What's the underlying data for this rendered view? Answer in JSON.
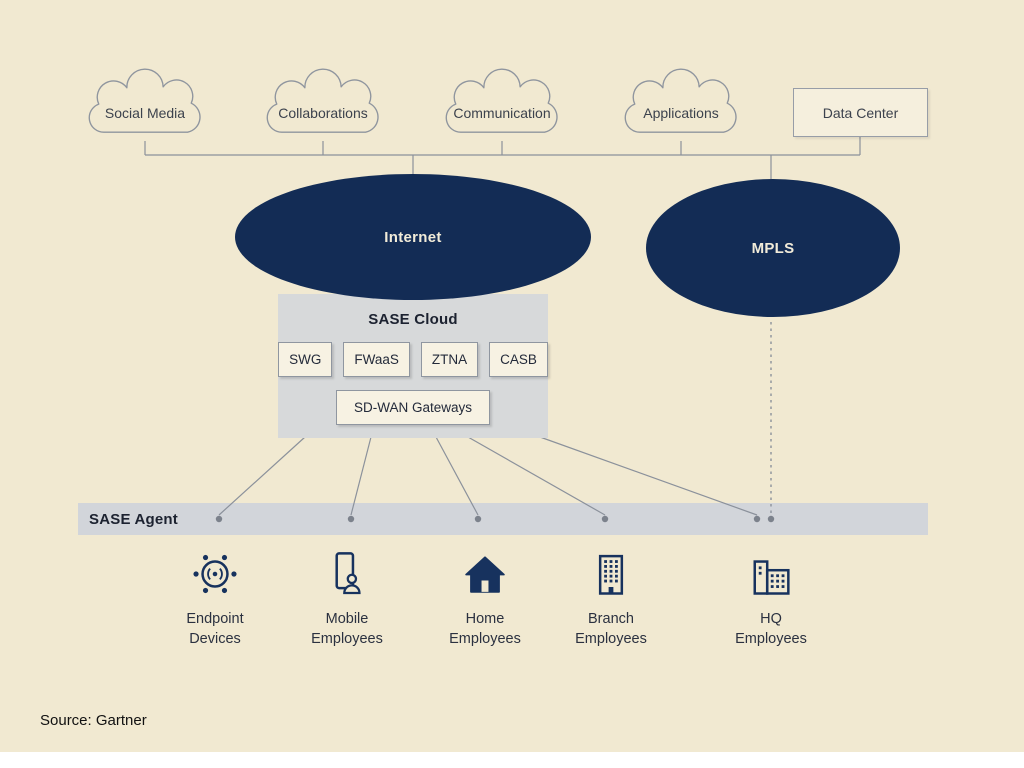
{
  "clouds": [
    {
      "label": "Social Media"
    },
    {
      "label": "Collaborations"
    },
    {
      "label": "Communication"
    },
    {
      "label": "Applications"
    }
  ],
  "data_center": {
    "label": "Data Center"
  },
  "internet": {
    "label": "Internet"
  },
  "mpls": {
    "label": "MPLS"
  },
  "sase_cloud": {
    "title": "SASE Cloud",
    "services": [
      {
        "label": "SWG"
      },
      {
        "label": "FWaaS"
      },
      {
        "label": "ZTNA"
      },
      {
        "label": "CASB"
      }
    ],
    "gateway_label": "SD-WAN Gateways"
  },
  "sase_agent": {
    "label": "SASE Agent"
  },
  "endpoints": [
    {
      "line1": "Endpoint",
      "line2": "Devices"
    },
    {
      "line1": "Mobile",
      "line2": "Employees"
    },
    {
      "line1": "Home",
      "line2": "Employees"
    },
    {
      "line1": "Branch",
      "line2": "Employees"
    },
    {
      "line1": "HQ",
      "line2": "Employees"
    }
  ],
  "source": {
    "label": "Source: Gartner"
  },
  "colors": {
    "background": "#f1e9d1",
    "navy": "#132c55",
    "panel_gray": "#d7d9da",
    "bar_gray": "#d2d5da",
    "line_gray": "#8b919b"
  }
}
